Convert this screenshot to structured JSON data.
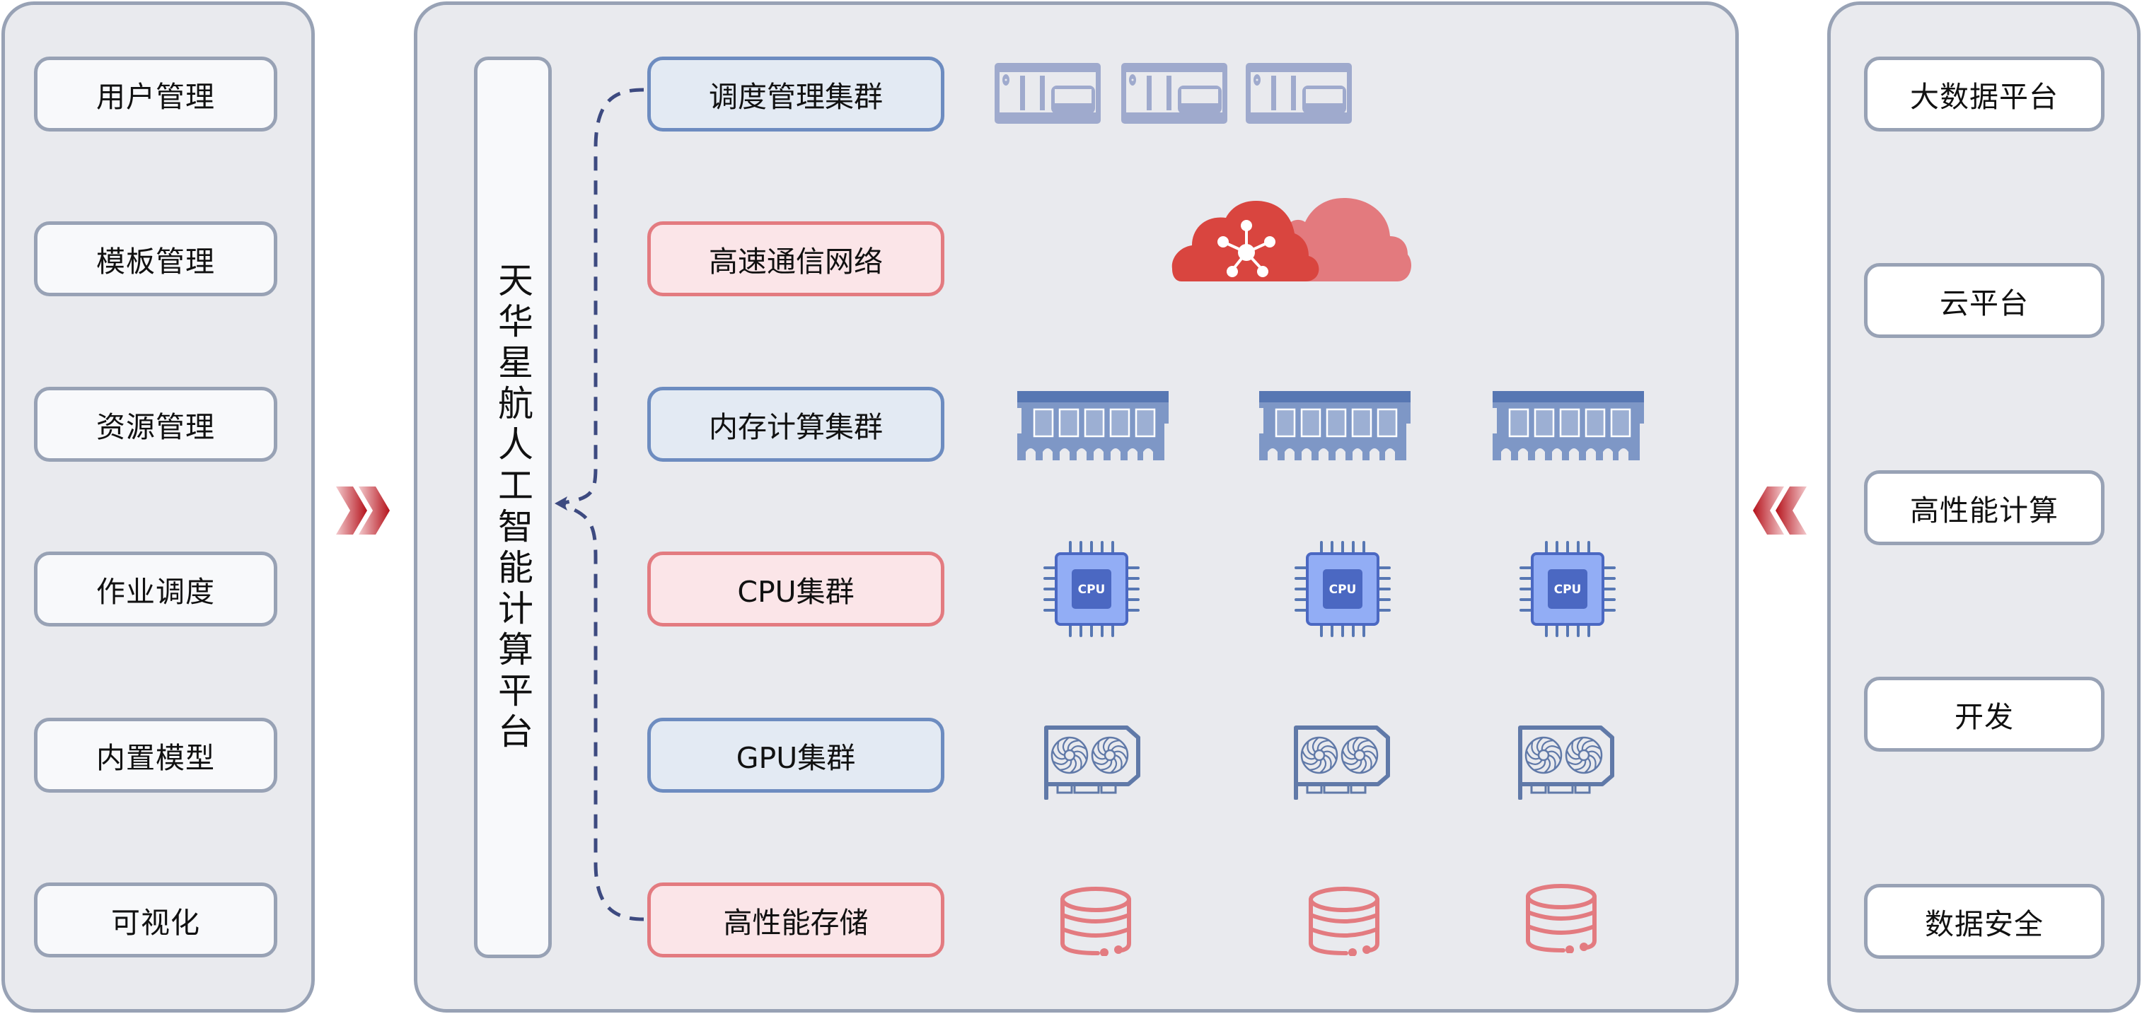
{
  "left_panel": {
    "items": [
      {
        "label": "用户管理"
      },
      {
        "label": "模板管理"
      },
      {
        "label": "资源管理"
      },
      {
        "label": "作业调度"
      },
      {
        "label": "内置模型"
      },
      {
        "label": "可视化"
      }
    ]
  },
  "middle_panel": {
    "title": "天华星航人工智能计算平台",
    "clusters": [
      {
        "label": "调度管理集群",
        "style": "blue",
        "icon": "server-icon",
        "icon_count": 3
      },
      {
        "label": "高速通信网络",
        "style": "red",
        "icon": "cloud-network-icon",
        "icon_count": 1
      },
      {
        "label": "内存计算集群",
        "style": "blue",
        "icon": "memory-icon",
        "icon_count": 3
      },
      {
        "label": "CPU集群",
        "style": "red",
        "icon": "cpu-icon",
        "icon_count": 3
      },
      {
        "label": "GPU集群",
        "style": "blue",
        "icon": "gpu-icon",
        "icon_count": 3
      },
      {
        "label": "高性能存储",
        "style": "red",
        "icon": "database-icon",
        "icon_count": 3
      }
    ],
    "cpu_chip_label": "CPU"
  },
  "right_panel": {
    "items": [
      {
        "label": "大数据平台"
      },
      {
        "label": "云平台"
      },
      {
        "label": "高性能计算"
      },
      {
        "label": "开发"
      },
      {
        "label": "数据安全"
      }
    ]
  },
  "connectors": {
    "left_arrow_icon": "double-chevron-right-icon",
    "right_arrow_icon": "double-chevron-left-icon"
  },
  "colors": {
    "panel_bg": "#e9eaee",
    "panel_border": "#98a2b5",
    "blue_border": "#6d8cc0",
    "blue_fill": "#e3eaf3",
    "red_border": "#e37b80",
    "red_fill": "#fbe5e8",
    "icon_blue": "#9faacd",
    "cloud_red": "#d9453f",
    "cloud_pink": "#e37a7e",
    "arrow_red": "#b5121b",
    "dashed_line": "#3d4a80"
  }
}
